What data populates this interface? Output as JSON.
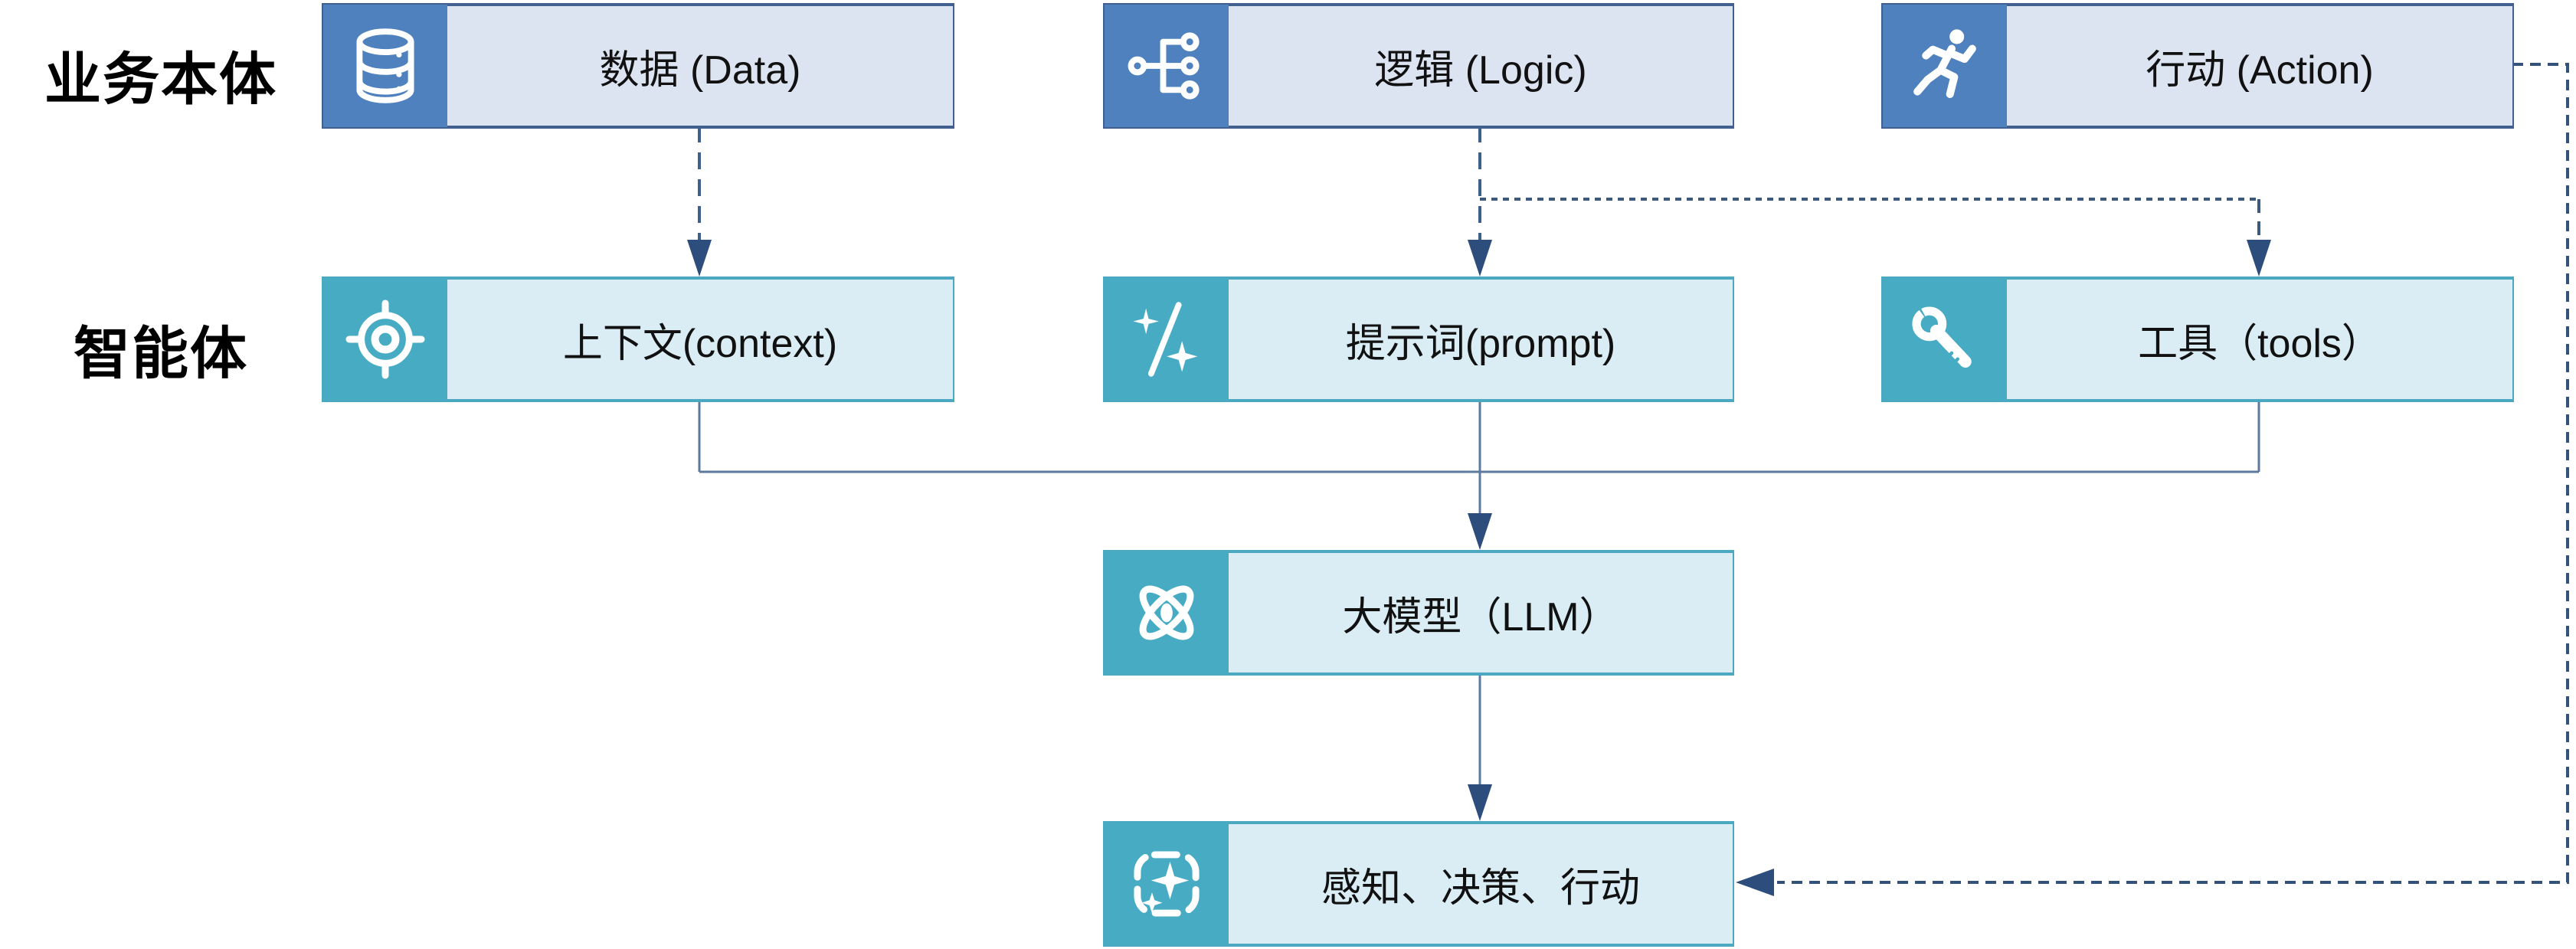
{
  "diagram_title": "",
  "row_labels": {
    "business": "业务本体",
    "agent": "智能体"
  },
  "nodes": {
    "data": {
      "label": "数据 (Data)",
      "icon": "database-icon",
      "row": "business"
    },
    "logic": {
      "label": "逻辑 (Logic)",
      "icon": "flow-tree-icon",
      "row": "business"
    },
    "action": {
      "label": "行动 (Action)",
      "icon": "runner-icon",
      "row": "business"
    },
    "context": {
      "label": "上下文(context)",
      "icon": "target-icon",
      "row": "agent"
    },
    "prompt": {
      "label": "提示词(prompt)",
      "icon": "wand-sparkles-icon",
      "row": "agent"
    },
    "tools": {
      "label": "工具（tools）",
      "icon": "wrench-icon",
      "row": "agent"
    },
    "llm": {
      "label": "大模型（LLM）",
      "icon": "atom-icon",
      "row": "agent"
    },
    "perception": {
      "label": "感知、决策、行动",
      "icon": "sparkle-frame-icon",
      "row": "agent"
    }
  },
  "edges": [
    {
      "from": "data",
      "to": "context",
      "style": "dashed"
    },
    {
      "from": "logic",
      "to": "prompt",
      "style": "dashed"
    },
    {
      "from": "logic",
      "to": "tools",
      "style": "dashed"
    },
    {
      "from": "action",
      "to": "perception",
      "style": "dashed"
    },
    {
      "from": "context",
      "to": "llm",
      "style": "solid"
    },
    {
      "from": "prompt",
      "to": "llm",
      "style": "solid"
    },
    {
      "from": "tools",
      "to": "llm",
      "style": "solid"
    },
    {
      "from": "llm",
      "to": "perception",
      "style": "solid"
    }
  ],
  "palette": {
    "business_icon_bg": "#4e81bd",
    "business_body_bg": "#dce4f2",
    "business_border": "#41608f",
    "agent_icon_bg": "#47acc3",
    "agent_body_bg": "#daedf4",
    "agent_border": "#4aa9c0",
    "connector_solid": "#5d7a9e",
    "connector_dashed": "#40608c",
    "arrowhead": "#2d4d7d",
    "text": "#111111"
  }
}
